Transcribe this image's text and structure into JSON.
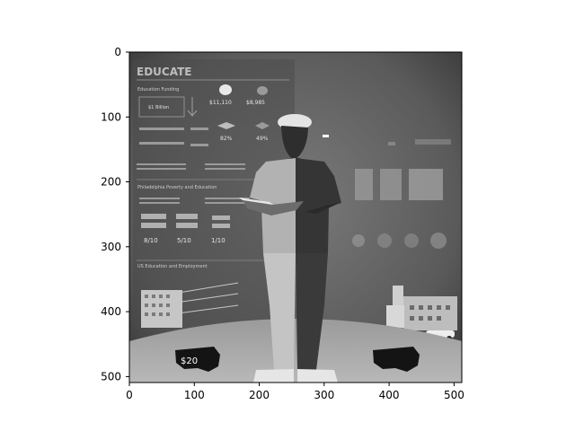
{
  "image": {
    "colormap": "gray",
    "description_tokens": {
      "header_text": "EDUCATE",
      "section_funding": "Education Funding",
      "section_poverty": "Philadelphia Poverty and Education",
      "section_us": "US Education and Employment",
      "funding_billion": "$1 Billion",
      "stat_11110": "$11,110",
      "stat_8985": "$8,985",
      "pct_82": "82%",
      "pct_49": "49%",
      "ratio_1": "8/10",
      "ratio_2": "5/10",
      "ratio_3": "1/10",
      "map_value": "$20"
    }
  },
  "axes": {
    "x_ticks": [
      "0",
      "100",
      "200",
      "300",
      "400",
      "500"
    ],
    "y_ticks": [
      "0",
      "100",
      "200",
      "300",
      "400",
      "500"
    ],
    "x_range": [
      0,
      512
    ],
    "y_range": [
      512,
      0
    ]
  }
}
